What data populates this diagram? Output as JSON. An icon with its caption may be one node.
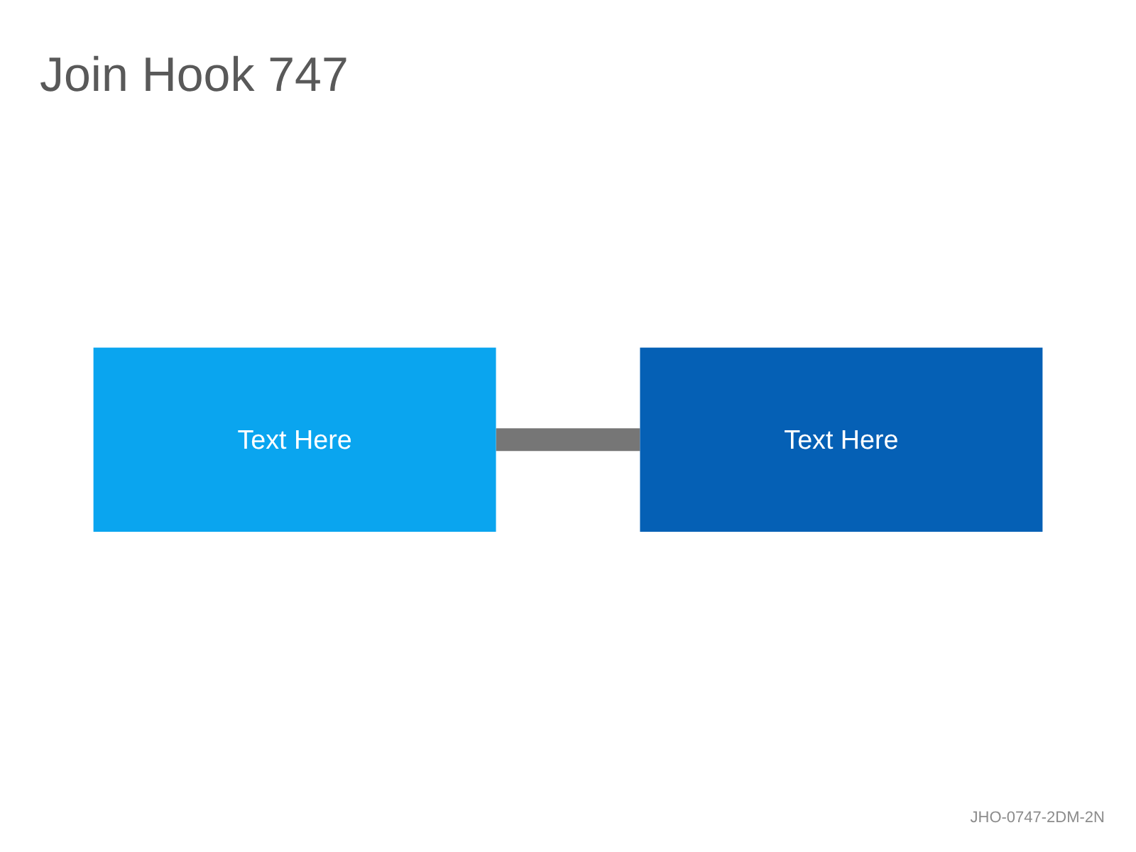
{
  "diagram": {
    "title": "Join Hook 747",
    "nodes": [
      {
        "text": [
          "Text Here"
        ]
      },
      {
        "text": [
          "Text Here"
        ]
      }
    ],
    "edges": [
      {
        "from": 0,
        "to": 1,
        "arrow": "none",
        "color": "#767676"
      }
    ],
    "labels": [
      "JHO-0747-2DM-2N"
    ]
  }
}
